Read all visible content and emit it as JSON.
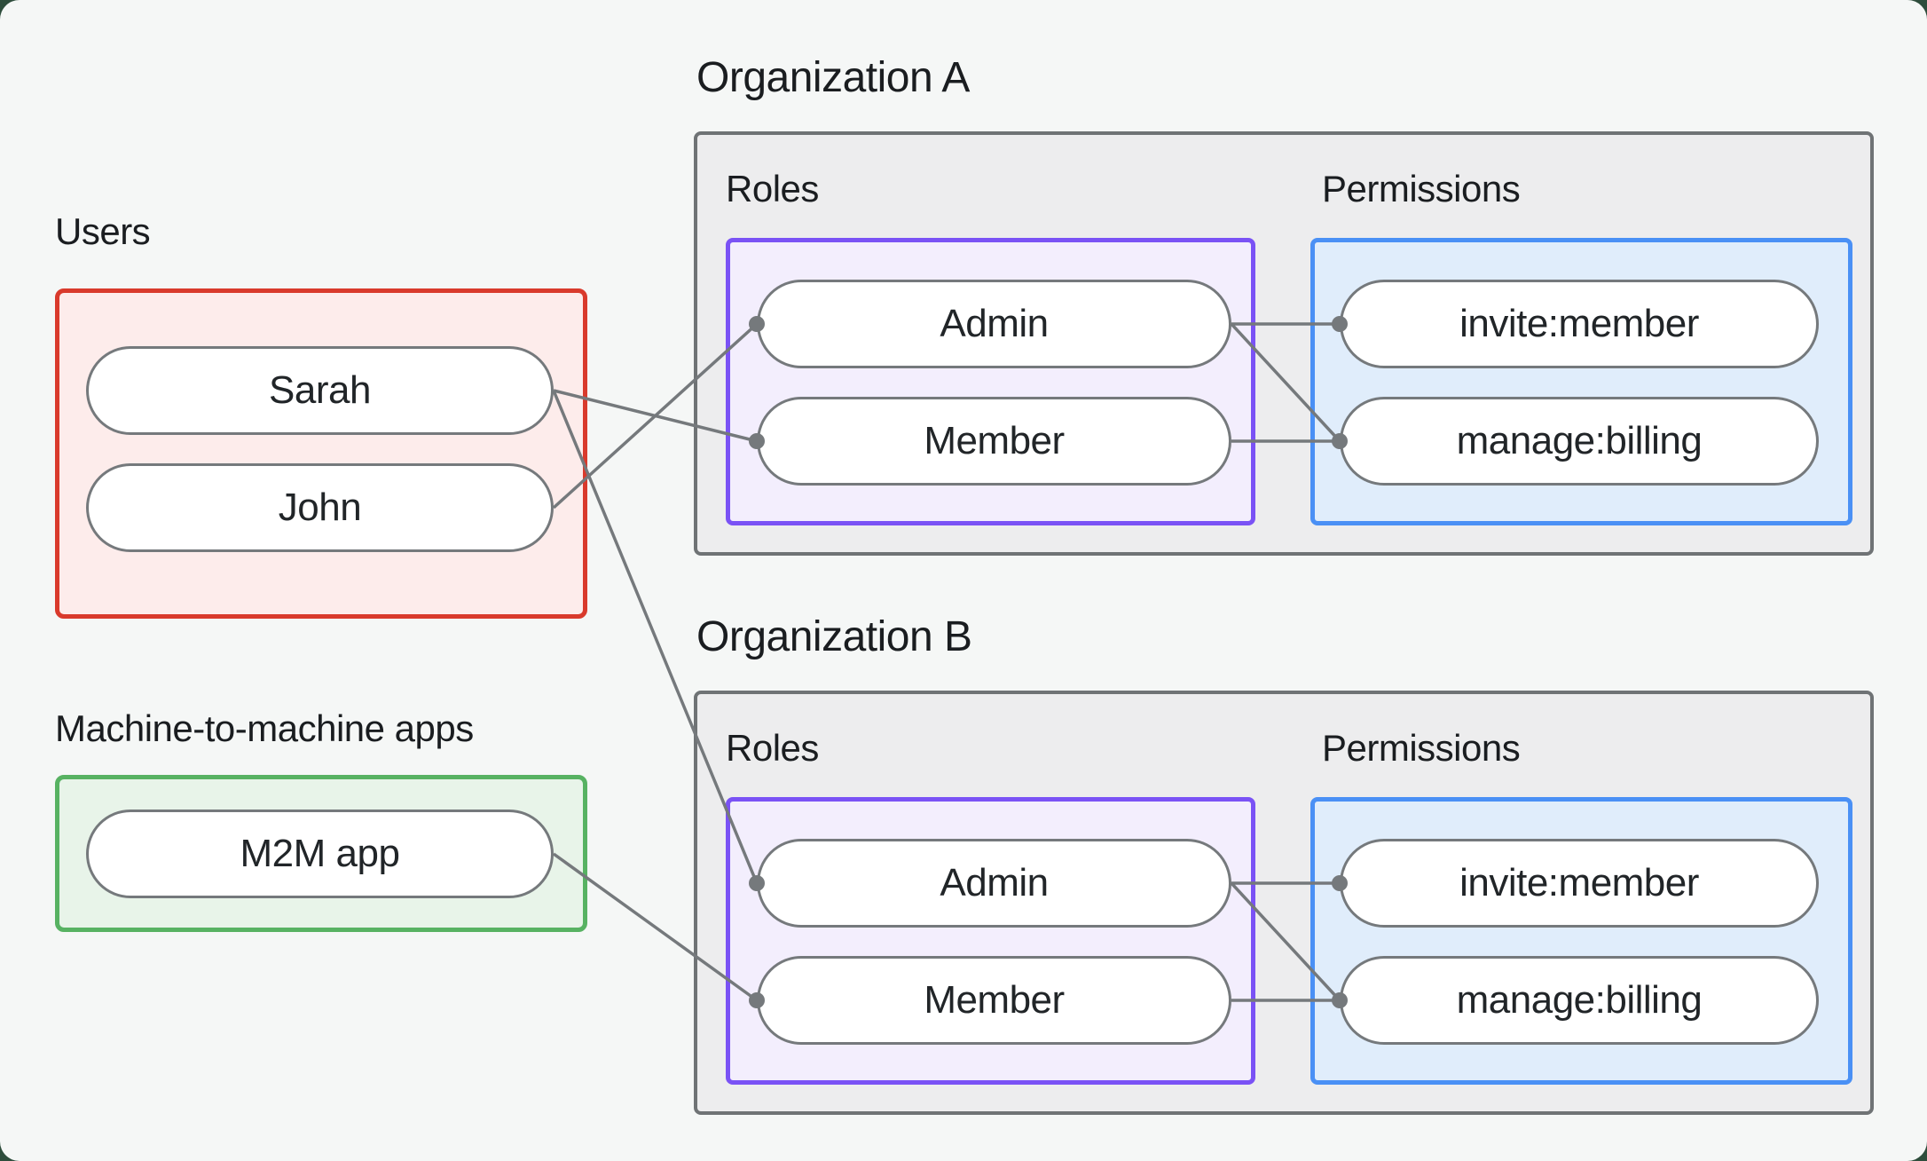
{
  "page": {
    "background": "#f5f7f6",
    "outer_background": "#2e4d3c"
  },
  "colors": {
    "line": "#75797c",
    "pill_border": "#75797c",
    "pill_fill": "#ffffff",
    "org_box_border": "#6f7375",
    "org_box_fill": "#ededee",
    "users_border": "#d93a2c",
    "users_fill": "#fdeceb",
    "m2m_border": "#57b262",
    "m2m_fill": "#e8f4e9",
    "roles_border": "#7a52f5",
    "roles_fill": "#f3eefd",
    "permissions_border": "#4a90f5",
    "permissions_fill": "#e0edfb",
    "label_text": "#1a1d20",
    "pill_text": "#212528"
  },
  "users_group": {
    "label": "Users",
    "items": [
      {
        "id": "sarah",
        "label": "Sarah"
      },
      {
        "id": "john",
        "label": "John"
      }
    ]
  },
  "m2m_group": {
    "label": "Machine-to-machine apps",
    "items": [
      {
        "id": "m2m",
        "label": "M2M app"
      }
    ]
  },
  "organizations": [
    {
      "id": "org_a",
      "title": "Organization A",
      "roles_label": "Roles",
      "permissions_label": "Permissions",
      "roles": [
        {
          "id": "admin_a",
          "label": "Admin"
        },
        {
          "id": "member_a",
          "label": "Member"
        }
      ],
      "permissions": [
        {
          "id": "invite_a",
          "label": "invite:member"
        },
        {
          "id": "manage_a",
          "label": "manage:billing"
        }
      ]
    },
    {
      "id": "org_b",
      "title": "Organization B",
      "roles_label": "Roles",
      "permissions_label": "Permissions",
      "roles": [
        {
          "id": "admin_b",
          "label": "Admin"
        },
        {
          "id": "member_b",
          "label": "Member"
        }
      ],
      "permissions": [
        {
          "id": "invite_b",
          "label": "invite:member"
        },
        {
          "id": "manage_b",
          "label": "manage:billing"
        }
      ]
    }
  ],
  "connections": [
    {
      "from": "sarah",
      "to": "member_a"
    },
    {
      "from": "sarah",
      "to": "admin_b"
    },
    {
      "from": "john",
      "to": "admin_a"
    },
    {
      "from": "m2m",
      "to": "member_b"
    },
    {
      "from": "admin_a",
      "to": "invite_a"
    },
    {
      "from": "admin_a",
      "to": "manage_a"
    },
    {
      "from": "member_a",
      "to": "manage_a"
    },
    {
      "from": "admin_b",
      "to": "invite_b"
    },
    {
      "from": "admin_b",
      "to": "manage_b"
    },
    {
      "from": "member_b",
      "to": "manage_b"
    }
  ]
}
